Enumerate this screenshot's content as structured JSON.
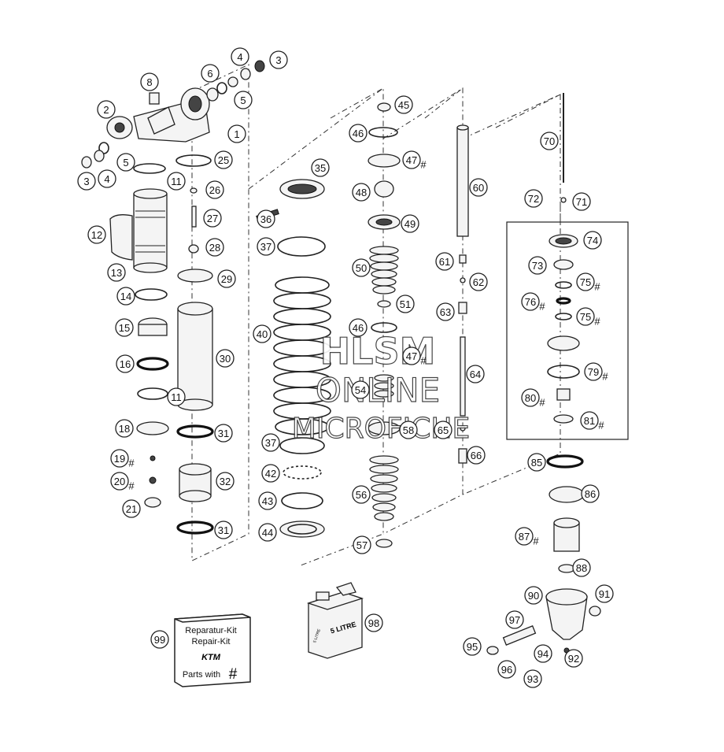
{
  "callouts": [
    {
      "n": "1"
    },
    {
      "n": "2"
    },
    {
      "n": "3"
    },
    {
      "n": "3"
    },
    {
      "n": "4"
    },
    {
      "n": "4"
    },
    {
      "n": "5"
    },
    {
      "n": "5"
    },
    {
      "n": "6"
    },
    {
      "n": "8"
    },
    {
      "n": "11"
    },
    {
      "n": "11"
    },
    {
      "n": "12"
    },
    {
      "n": "13"
    },
    {
      "n": "14"
    },
    {
      "n": "15"
    },
    {
      "n": "16"
    },
    {
      "n": "18"
    },
    {
      "n": "19",
      "kit": true
    },
    {
      "n": "20",
      "kit": true
    },
    {
      "n": "21"
    },
    {
      "n": "25"
    },
    {
      "n": "26"
    },
    {
      "n": "27"
    },
    {
      "n": "28"
    },
    {
      "n": "29"
    },
    {
      "n": "30"
    },
    {
      "n": "31"
    },
    {
      "n": "31"
    },
    {
      "n": "32"
    },
    {
      "n": "35"
    },
    {
      "n": "36"
    },
    {
      "n": "37"
    },
    {
      "n": "37"
    },
    {
      "n": "40"
    },
    {
      "n": "42"
    },
    {
      "n": "43"
    },
    {
      "n": "44"
    },
    {
      "n": "45"
    },
    {
      "n": "46"
    },
    {
      "n": "46"
    },
    {
      "n": "47",
      "kit": true
    },
    {
      "n": "47",
      "kit": true
    },
    {
      "n": "48"
    },
    {
      "n": "49"
    },
    {
      "n": "50"
    },
    {
      "n": "51"
    },
    {
      "n": "54"
    },
    {
      "n": "56"
    },
    {
      "n": "57"
    },
    {
      "n": "58"
    },
    {
      "n": "60"
    },
    {
      "n": "61"
    },
    {
      "n": "62"
    },
    {
      "n": "63"
    },
    {
      "n": "64"
    },
    {
      "n": "65"
    },
    {
      "n": "66"
    },
    {
      "n": "70"
    },
    {
      "n": "71"
    },
    {
      "n": "72"
    },
    {
      "n": "73"
    },
    {
      "n": "74"
    },
    {
      "n": "75",
      "kit": true
    },
    {
      "n": "75",
      "kit": true
    },
    {
      "n": "76",
      "kit": true
    },
    {
      "n": "79",
      "kit": true
    },
    {
      "n": "80",
      "kit": true
    },
    {
      "n": "81",
      "kit": true
    },
    {
      "n": "85"
    },
    {
      "n": "86"
    },
    {
      "n": "87",
      "kit": true
    },
    {
      "n": "88"
    },
    {
      "n": "90"
    },
    {
      "n": "91"
    },
    {
      "n": "92"
    },
    {
      "n": "93"
    },
    {
      "n": "94"
    },
    {
      "n": "95"
    },
    {
      "n": "96"
    },
    {
      "n": "97"
    },
    {
      "n": "98"
    },
    {
      "n": "99"
    }
  ],
  "hash_symbol": "#",
  "repair_kit": {
    "line1": "Reparatur-Kit",
    "line2": "Repair-Kit",
    "brand": "KTM",
    "line3": "Parts with",
    "symbol": "#"
  },
  "oil_can": {
    "label": "5 LITRE",
    "small_label": "5 LITRE"
  },
  "watermark": {
    "line1": "HLSM",
    "line2": "ONLINE",
    "line3": "MICROFICHE"
  }
}
